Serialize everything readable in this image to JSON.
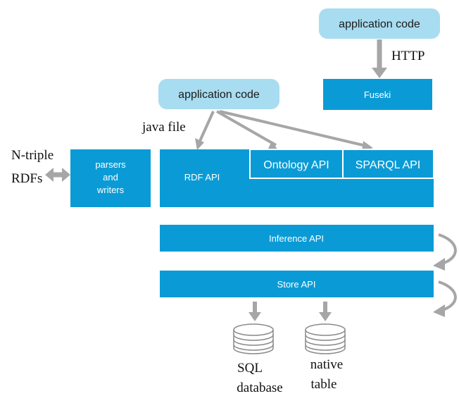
{
  "application_code_top": "application code",
  "application_code_middle": "application code",
  "http_label": "HTTP",
  "fuseki_label": "Fuseki",
  "java_file_label": "java file",
  "ntriple_line1": "N-triple",
  "ntriple_line2": "RDFs",
  "parsers_line1": "parsers",
  "parsers_line2": "and",
  "parsers_line3": "writers",
  "rdf_api_label": "RDF API",
  "ontology_api_label": "Ontology API",
  "sparql_api_label": "SPARQL API",
  "inference_api_label": "Inference API",
  "store_api_label": "Store API",
  "sql_line1": "SQL",
  "sql_line2": "database",
  "native_line1": "native",
  "native_line2": "table",
  "colors": {
    "box_blue": "#0a9bd6",
    "pill_blue": "#a8dcf0",
    "arrow_gray": "#a6a6a6"
  }
}
